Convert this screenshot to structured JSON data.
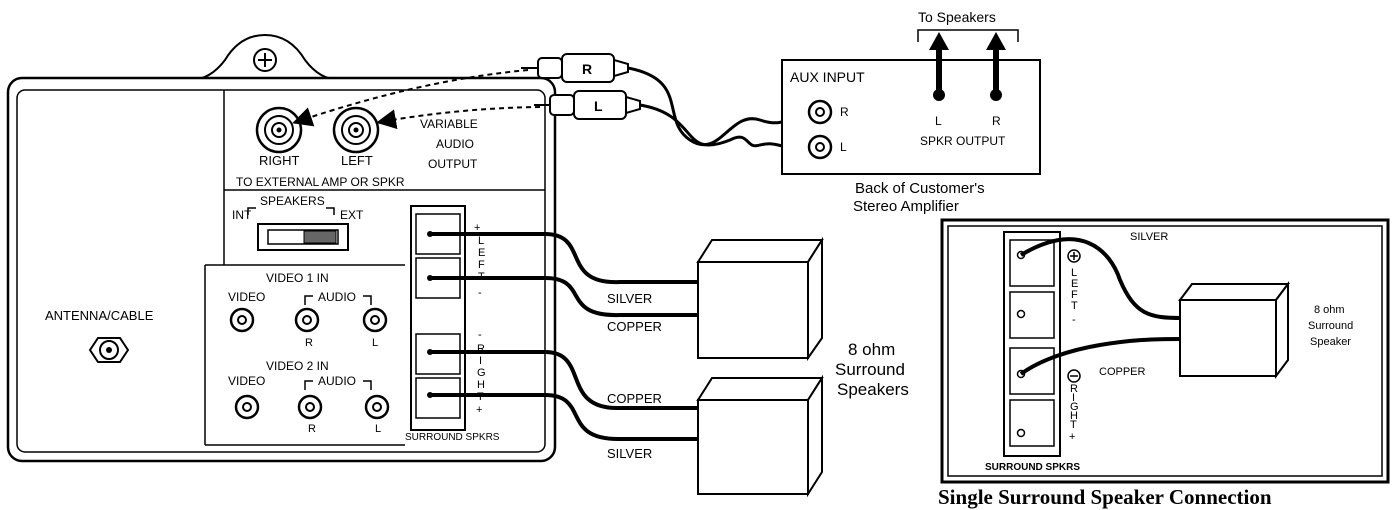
{
  "tv_panel": {
    "right_jack": "RIGHT",
    "left_jack": "LEFT",
    "variable_audio_output": [
      "VARIABLE",
      "AUDIO",
      "OUTPUT"
    ],
    "external_amp": "TO EXTERNAL AMP OR SPKR",
    "speakers_switch_title": "SPEAKERS",
    "int_label": "INT",
    "ext_label": "EXT",
    "antenna_cable": "ANTENNA/CABLE",
    "video1_in": "VIDEO 1 IN",
    "video2_in": "VIDEO 2 IN",
    "video_label": "VIDEO",
    "audio_label": "AUDIO",
    "r_label": "R",
    "l_label": "L",
    "surround_spkrs": "SURROUND SPKRS",
    "left_terminal_text": [
      "+",
      "L",
      "E",
      "F",
      "T",
      "-"
    ],
    "right_terminal_text": [
      "-",
      "R",
      "I",
      "G",
      "H",
      "T",
      "+"
    ],
    "plug_r": "R",
    "plug_l": "L"
  },
  "wires": {
    "silver": "SILVER",
    "copper": "COPPER"
  },
  "speakers_label": [
    "8 ohm",
    "Surround",
    "Speakers"
  ],
  "amplifier": {
    "to_speakers": "To Speakers",
    "aux_input": "AUX INPUT",
    "r": "R",
    "l": "L",
    "spkr_output": "SPKR OUTPUT",
    "caption": [
      "Back of Customer's",
      "Stereo Amplifier"
    ]
  },
  "inset": {
    "silver": "SILVER",
    "copper": "COPPER",
    "left_text": [
      "L",
      "E",
      "F",
      "T",
      "-"
    ],
    "right_text": [
      "R",
      "I",
      "G",
      "H",
      "T",
      "+"
    ],
    "surround_spkrs": "SURROUND SPKRS",
    "speaker_label": [
      "8 ohm",
      "Surround",
      "Speaker"
    ],
    "caption": "Single Surround Speaker Connection"
  }
}
